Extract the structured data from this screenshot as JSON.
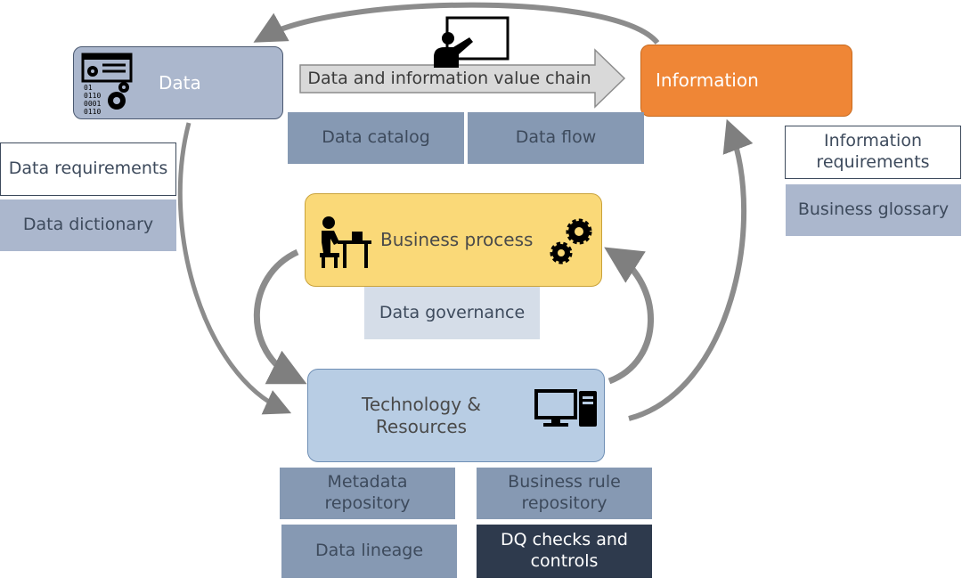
{
  "nodes": {
    "data": "Data",
    "information": "Information",
    "business_process": "Business process",
    "technology": "Technology & Resources"
  },
  "value_chain_label": "Data and information value chain",
  "artifacts": {
    "data_catalog": "Data catalog",
    "data_flow": "Data flow",
    "data_requirements": "Data requirements",
    "data_dictionary": "Data dictionary",
    "information_requirements": "Information requirements",
    "business_glossary": "Business glossary",
    "data_governance": "Data governance",
    "metadata_repository": "Metadata repository",
    "business_rule_repository": "Business rule repository",
    "data_lineage": "Data lineage",
    "dq_checks": "DQ checks and controls"
  },
  "icons": {
    "data": "data-processing-icon",
    "presentation": "presentation-icon",
    "worker": "person-at-desk-icon",
    "gears": "gears-icon",
    "computer": "desktop-computer-icon"
  },
  "colors": {
    "data_node": "#abb7cd",
    "information_node": "#ef8636",
    "business_process_node": "#fad978",
    "technology_node": "#b8cde4",
    "artifact_mid": "#8699b3",
    "artifact_dark": "#2e3a4d",
    "arrow": "#7f7f7f"
  }
}
